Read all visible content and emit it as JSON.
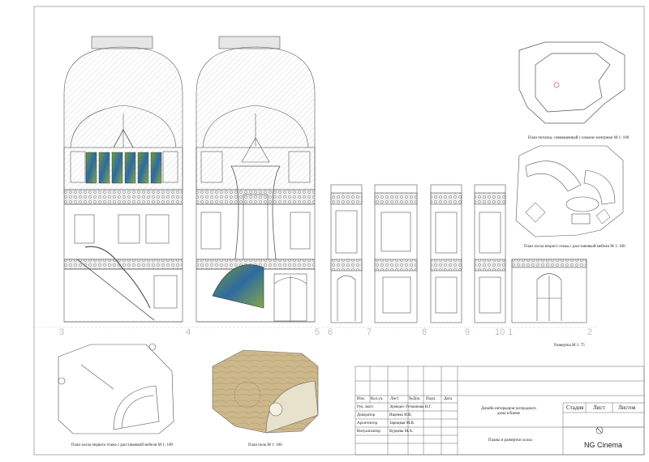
{
  "captions": {
    "ceiling_plan": "План потолка, совмещенный с планом электрики М 1: 100",
    "second_floor_plan": "План холла второго этажа с расстановкой мебели М 1: 100",
    "development": "Развертка М 1: 75",
    "first_floor_plan": "План холла первого этажа с расстановкой мебели М 1: 100",
    "floor_plan": "План пола М 1: 100"
  },
  "axis_marks": [
    "3",
    "4",
    "5",
    "6",
    "7",
    "8",
    "9",
    "10",
    "1",
    "2"
  ],
  "title_block": {
    "headers": [
      "Изм.",
      "Кол.уч.",
      "Лист",
      "№Док.",
      "Подп.",
      "Дата"
    ],
    "roles": [
      {
        "role": "Рук. маст.",
        "name": "Эрмидес-Гетманова Н.Г."
      },
      {
        "role": "Декоратор",
        "name": "Ищенко И.В."
      },
      {
        "role": "Архитектор",
        "name": "Зарицкая М.В."
      },
      {
        "role": "Визуализатор",
        "name": "Курцева М.А."
      }
    ],
    "project_title": "Дизайн интерьеров загородного дома в Киеве",
    "sheet_title": "Планы и развертки холла",
    "stage_label": "Стадия",
    "sheet_label": "Лист",
    "sheets_label": "Листов",
    "company": "NG Cinema"
  },
  "colors": {
    "line": "#555555",
    "stained_glass_blue": "#2e6aa0",
    "stained_glass_green": "#6f9a3a",
    "floor_beige": "#c9b48a",
    "axis_gray": "#bbbbbb"
  }
}
